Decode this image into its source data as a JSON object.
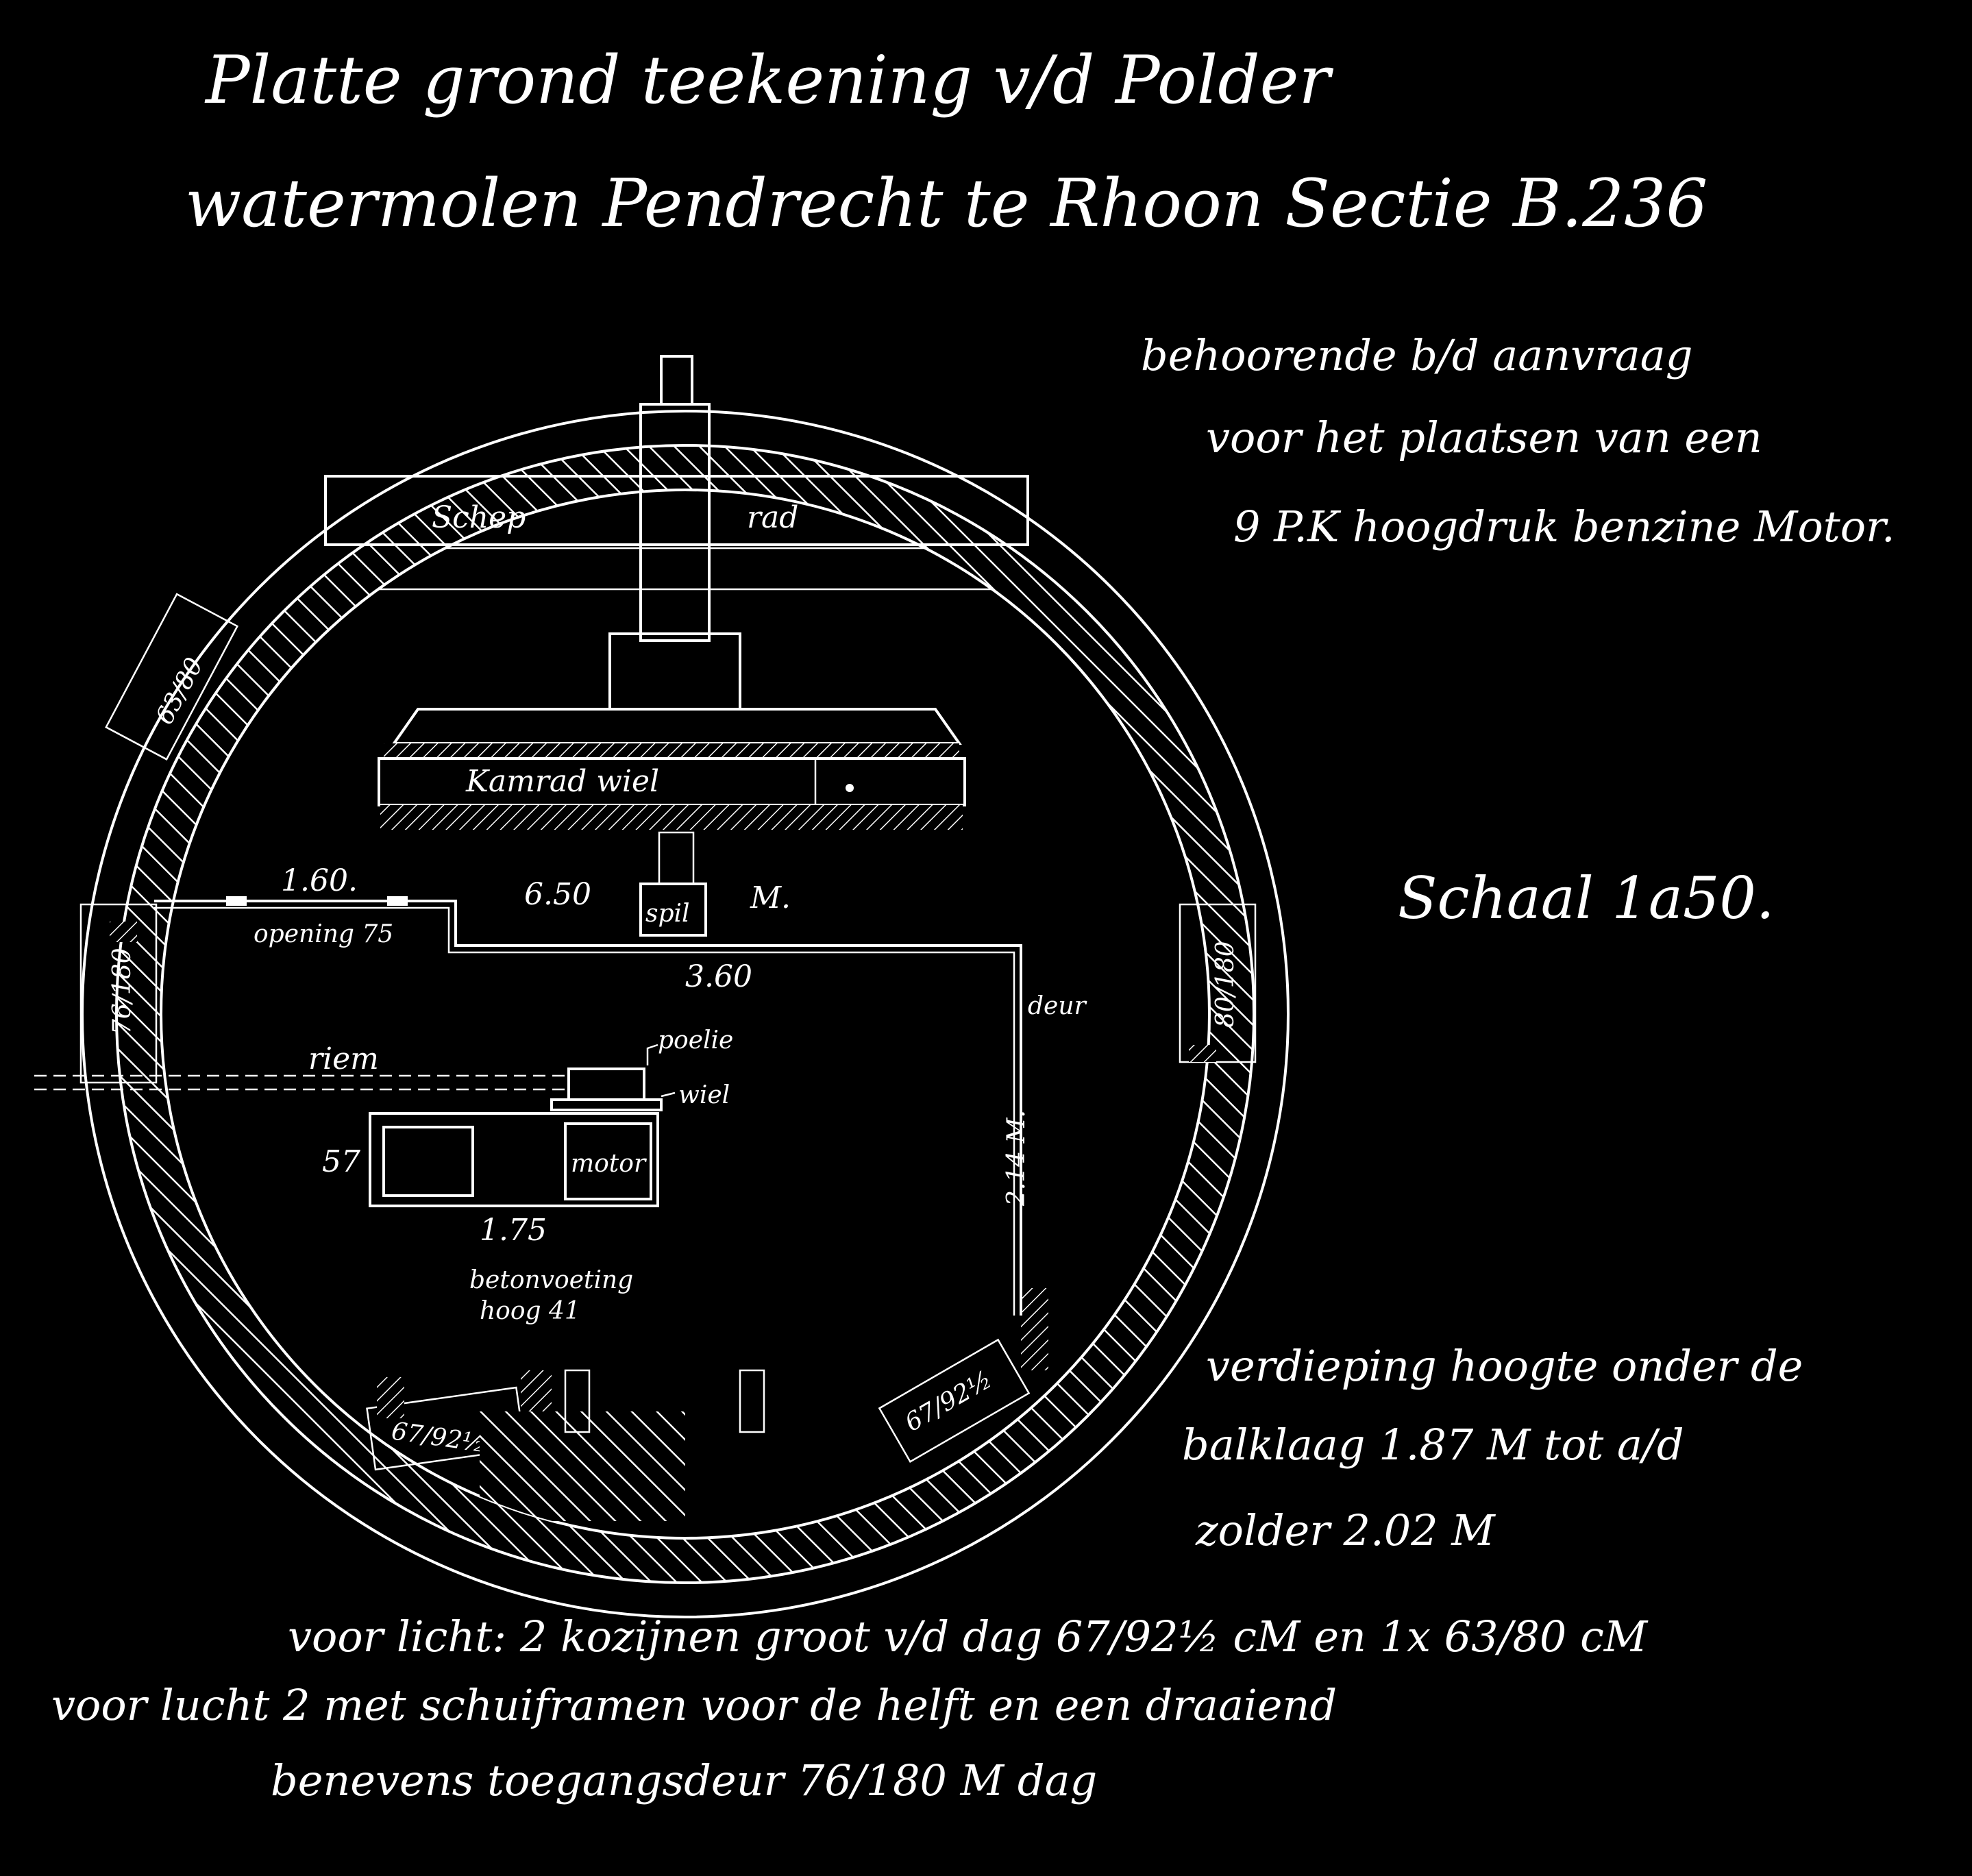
{
  "title": {
    "line1": "Platte grond teekening v/d Polder",
    "line2": "watermolen Pendrecht te Rhoon Sectie B.236"
  },
  "request_note": {
    "line1": "behoorende b/d aanvraag",
    "line2": "voor het plaatsen van een",
    "line3": "9 P.K hoogdruk benzine Motor."
  },
  "scale": "Schaal 1a50.",
  "height_note": {
    "line1": "verdieping hoogte onder de",
    "line2": "balklaag 1.87 M tot a/d",
    "line3": "zolder 2.02 M"
  },
  "bottom_note": {
    "line1": "voor licht: 2 kozijnen groot v/d dag 67/92½ cM en 1x 63/80 cM",
    "line2": "voor lucht 2 met schuiframen voor de helft en een draaiend",
    "line3": "benevens toegangsdeur 76/180 M dag"
  },
  "plan_labels": {
    "schep": "Schep",
    "rad": "rad",
    "kamrad": "Kamrad  wiel",
    "spil": "spil",
    "m": "M.",
    "dim_160": "1.60.",
    "dim_650": "6.50",
    "opening": "opening 75",
    "dim_360": "3.60",
    "deur": "deur",
    "riem": "riem",
    "poelie": "poelie",
    "wiel": "wiel",
    "dim_57": "57",
    "motor": "motor",
    "dim_175": "1.75",
    "dim_214": "2.14 M.",
    "beton1": "betonvoeting",
    "beton2": "hoog 41",
    "win_left_top": "63/80",
    "win_left_mid": "76/180",
    "win_right": "80/180",
    "win_bottom_left": "67/92½",
    "win_bottom_right": "67/92½"
  }
}
